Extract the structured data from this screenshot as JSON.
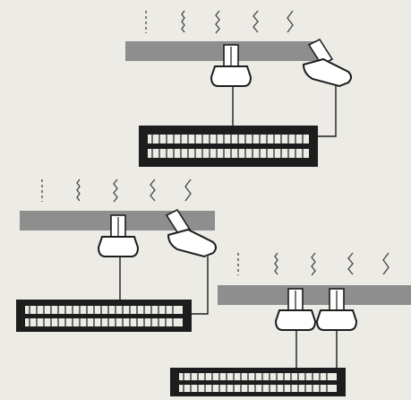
{
  "figure": {
    "colors": {
      "paper": "#ecebe6",
      "bar": "#8e8e8e",
      "ink": "#1d1d1d",
      "shoe_fill": "#ffffff"
    },
    "panels": [
      {
        "name": "diagram-panel-top",
        "zigzag_peaks": [
          0,
          2,
          3,
          4,
          5
        ],
        "pad_count": 2
      },
      {
        "name": "diagram-panel-middle",
        "zigzag_peaks": [
          0,
          2,
          3,
          4,
          5
        ],
        "pad_count": 2
      },
      {
        "name": "diagram-panel-bottom",
        "zigzag_peaks": [
          0,
          2,
          3,
          4,
          5
        ],
        "pad_count": 2
      }
    ]
  }
}
